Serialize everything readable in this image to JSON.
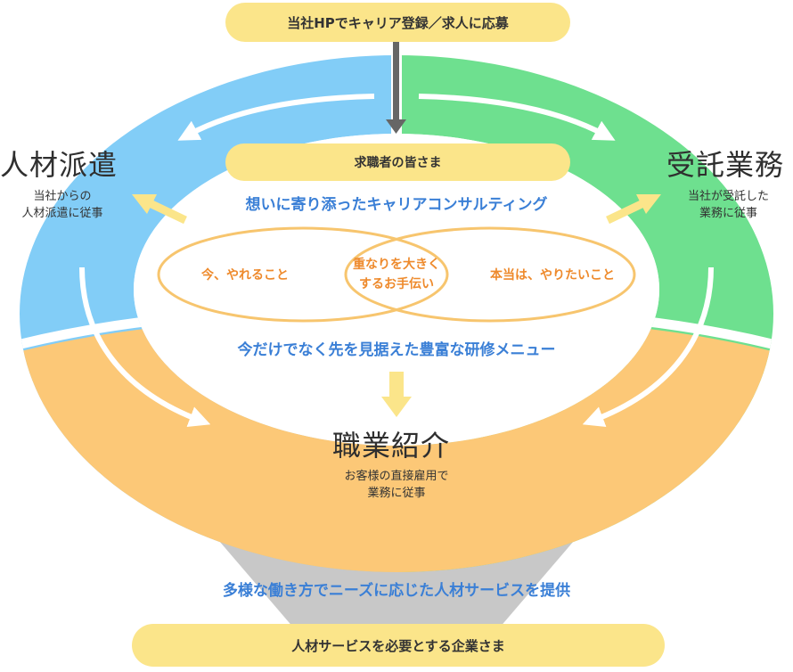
{
  "top_pill": "当社HPでキャリア登録／求人に応募",
  "center_pill": "求職者の皆さま",
  "bottom_pill": "人材サービスを必要とする企業さま",
  "haken": {
    "title": "人材派遣",
    "sub_line1": "当社からの",
    "sub_line2": "人材派遣に従事"
  },
  "jutaku": {
    "title": "受託業務",
    "sub_line1": "当社が受託した",
    "sub_line2": "業務に従事"
  },
  "shokai": {
    "title": "職業紹介",
    "sub_line1": "お客様の直接雇用で",
    "sub_line2": "業務に従事"
  },
  "consulting": "想いに寄り添ったキャリアコンサルティング",
  "training": "今だけでなく先を見据えた豊富な研修メニュー",
  "diverse": "多様な働き方でニーズに応じた人材サービスを提供",
  "venn": {
    "left": "今、やれること",
    "center_line1": "重なりを大きく",
    "center_line2": "するお手伝い",
    "right": "本当は、やりたいこと"
  },
  "colors": {
    "blue_ring": "#82cdf7",
    "green_ring": "#6ee08f",
    "orange_ring": "#fcc877",
    "pill": "#fbe58a",
    "funnel": "#c8c8c8",
    "text_blue": "#3a7fd6",
    "text_orange": "#ee8a2c",
    "venn_stroke": "#f7c56e"
  }
}
